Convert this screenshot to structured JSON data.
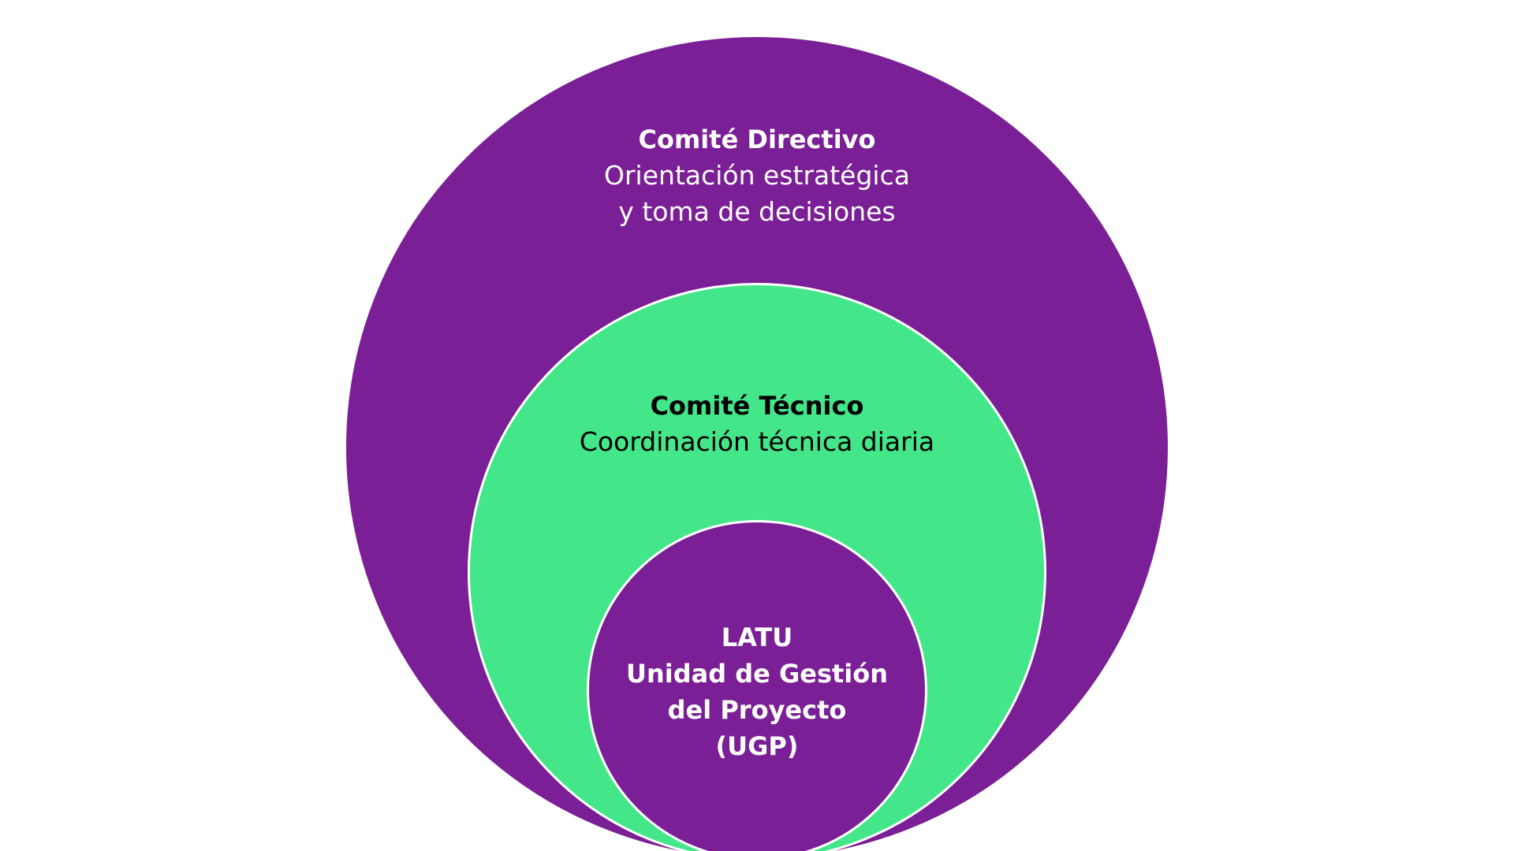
{
  "colors": {
    "outer_fill": "#7B1F96",
    "middle_fill": "#44E68A",
    "inner_fill": "#7B1F96",
    "stroke": "#FFFFFF",
    "outer_text": "#FFFFFF",
    "middle_text": "#000000",
    "inner_text": "#FFFFFF"
  },
  "levels": [
    {
      "title": "Comité Directivo",
      "description_lines": [
        "Orientación estratégica",
        "y toma de decisiones"
      ]
    },
    {
      "title": "Comité Técnico",
      "description_lines": [
        "Coordinación técnica diaria"
      ]
    },
    {
      "title_lines": [
        "LATU",
        "Unidad de Gestión",
        "del Proyecto",
        "(UGP)"
      ]
    }
  ]
}
